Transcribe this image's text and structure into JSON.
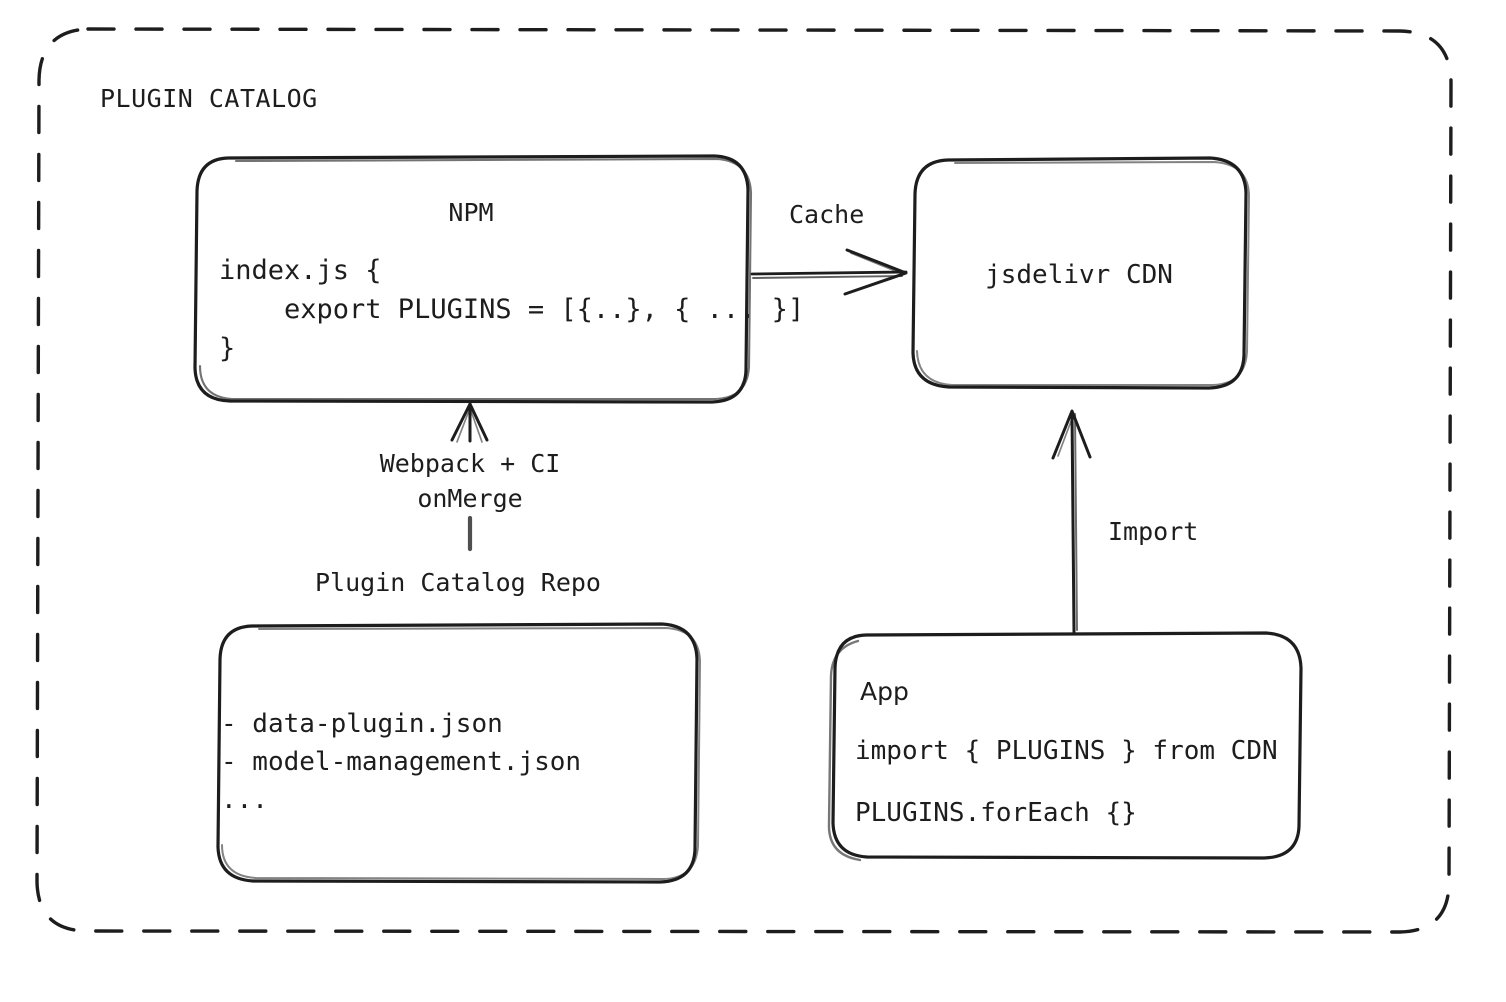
{
  "diagram": {
    "title": "PLUGIN CATALOG",
    "background_color": "#ffffff",
    "stroke_color": "#1d1d1d",
    "style": "hand-drawn-sketch",
    "outer_container": {
      "label": "PLUGIN CATALOG",
      "border_style": "dashed-rounded"
    },
    "nodes": {
      "npm": {
        "title": "NPM",
        "code_line_1": "index.js {",
        "code_line_2": "    export PLUGINS = [{..}, { ... }]",
        "code_line_3": "}"
      },
      "cdn": {
        "title": "jsdelivr CDN"
      },
      "repo": {
        "caption": "Plugin Catalog Repo",
        "item_1": "- data-plugin.json",
        "item_2": "- model-management.json",
        "item_3": "..."
      },
      "app": {
        "title": "App",
        "code_line_1": "import { PLUGINS } from CDN",
        "code_line_2": "PLUGINS.forEach {}"
      }
    },
    "edges": {
      "cache": {
        "label": "Cache",
        "from": "npm",
        "to": "cdn",
        "direction": "right"
      },
      "build": {
        "label_line_1": "Webpack + CI",
        "label_line_2": "onMerge",
        "from": "repo",
        "to": "npm",
        "direction": "up"
      },
      "import": {
        "label": "Import",
        "from": "app",
        "to": "cdn",
        "direction": "up"
      }
    }
  }
}
